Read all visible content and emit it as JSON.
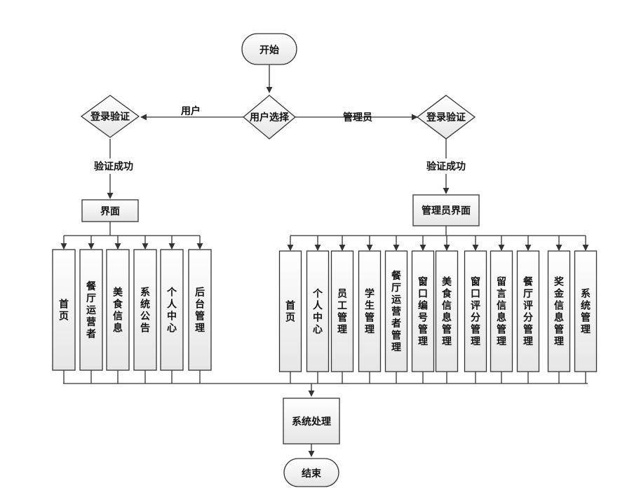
{
  "flow": {
    "start": "开始",
    "choice": "用户选择",
    "user_label": "用户",
    "admin_label": "管理员",
    "login_user": "登录验证",
    "login_admin": "登录验证",
    "success_user": "验证成功",
    "success_admin": "验证成功",
    "user_interface": "界面",
    "admin_interface": "管理员界面",
    "process": "系统处理",
    "end": "结束"
  },
  "user_modules": [
    "首页",
    "餐厅运营者",
    "美食信息",
    "系统公告",
    "个人中心",
    "后台管理"
  ],
  "admin_modules": [
    "首页",
    "个人中心",
    "员工管理",
    "学生管理",
    "餐厅运营者管理",
    "窗口编号管理",
    "美食信息管理",
    "窗口评分管理",
    "留言信息管理",
    "餐厅评分管理",
    "奖金信息管理",
    "系统管理"
  ],
  "colors": {
    "fill": "#f2f2f2",
    "stroke": "#333333",
    "line": "#333333"
  }
}
